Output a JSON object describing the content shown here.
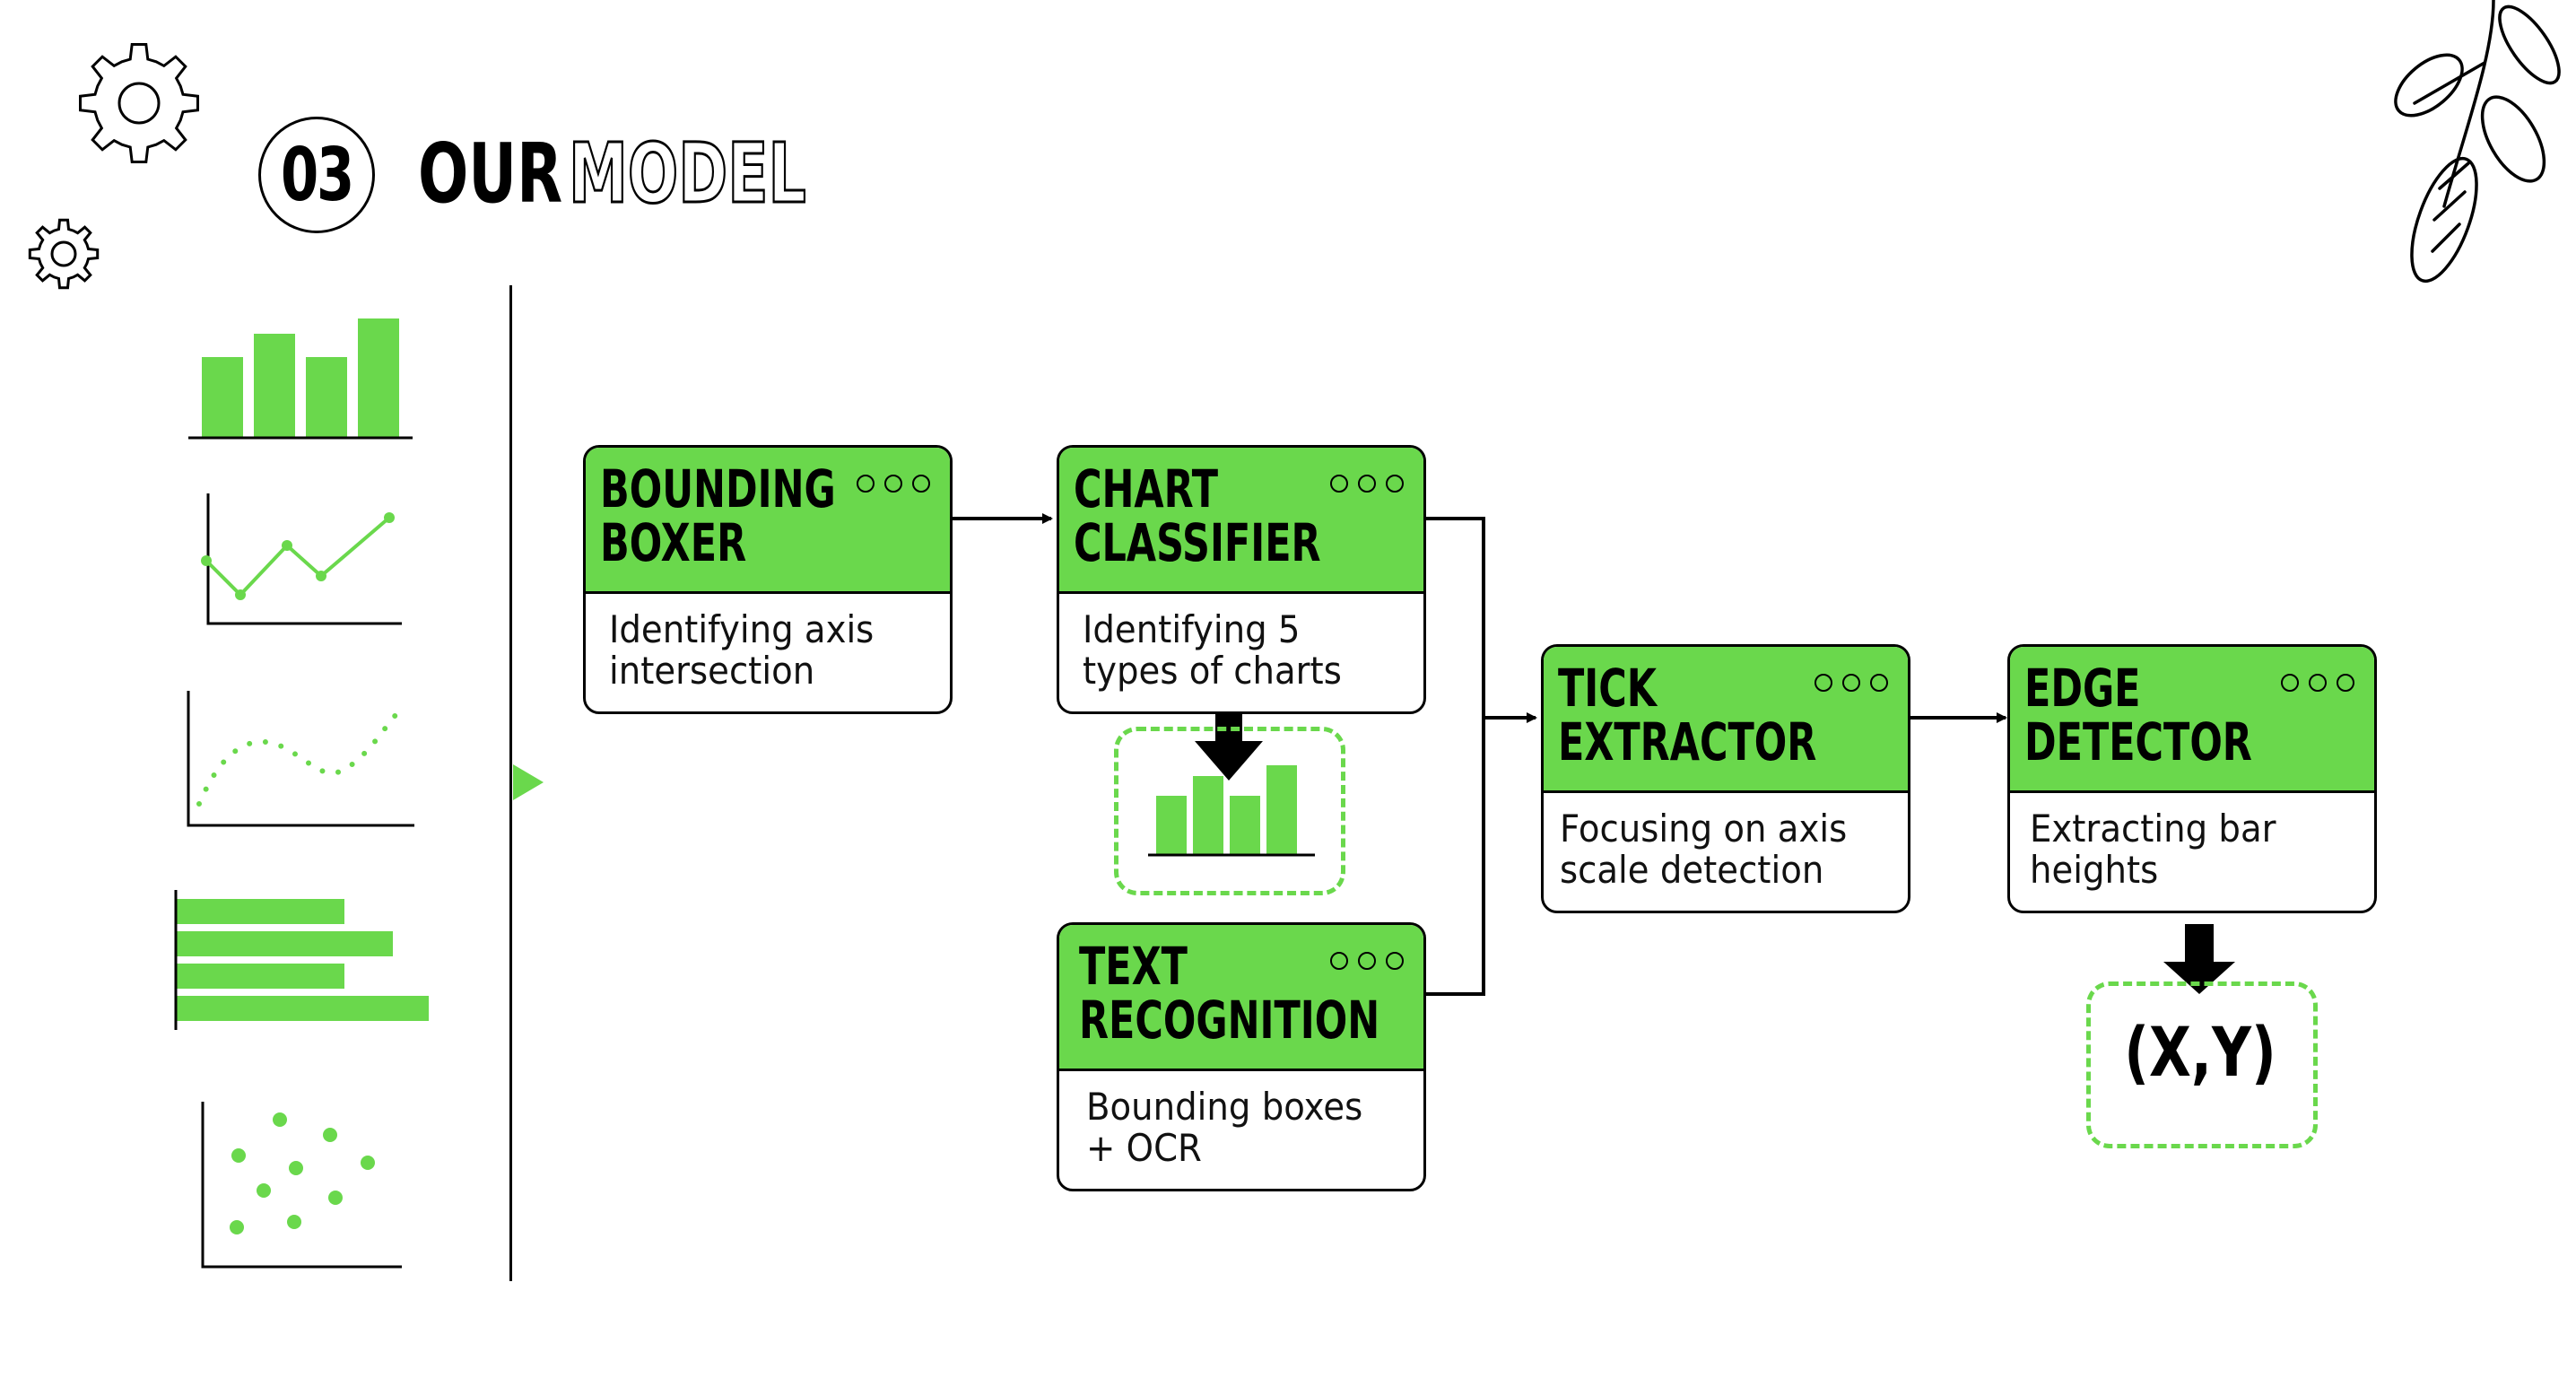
{
  "header": {
    "section_number": "03",
    "title_solid": "OUR",
    "title_outline": "MODEL"
  },
  "colors": {
    "accent": "#6ad84c",
    "ink": "#000000",
    "background": "#ffffff"
  },
  "sidebar": {
    "chart_types": [
      "bar-chart-icon",
      "line-chart-icon",
      "dotted-line-chart-icon",
      "horizontal-bar-chart-icon",
      "scatter-chart-icon"
    ]
  },
  "pipeline": {
    "bounding_boxer": {
      "title": "BOUNDING\nBOXER",
      "description": "Identifying axis\nintersection"
    },
    "chart_classifier": {
      "title": "CHART\nCLASSIFIER",
      "description": "Identifying 5\ntypes of charts"
    },
    "text_recognition": {
      "title": "TEXT\nRECOGNITION",
      "description": "Bounding boxes\n+ OCR"
    },
    "tick_extractor": {
      "title": "TICK\nEXTRACTOR",
      "description": "Focusing on axis\nscale detection"
    },
    "edge_detector": {
      "title": "EDGE\nDETECTOR",
      "description": "Extracting bar\nheights"
    }
  },
  "output": {
    "label": "(X,Y)"
  }
}
